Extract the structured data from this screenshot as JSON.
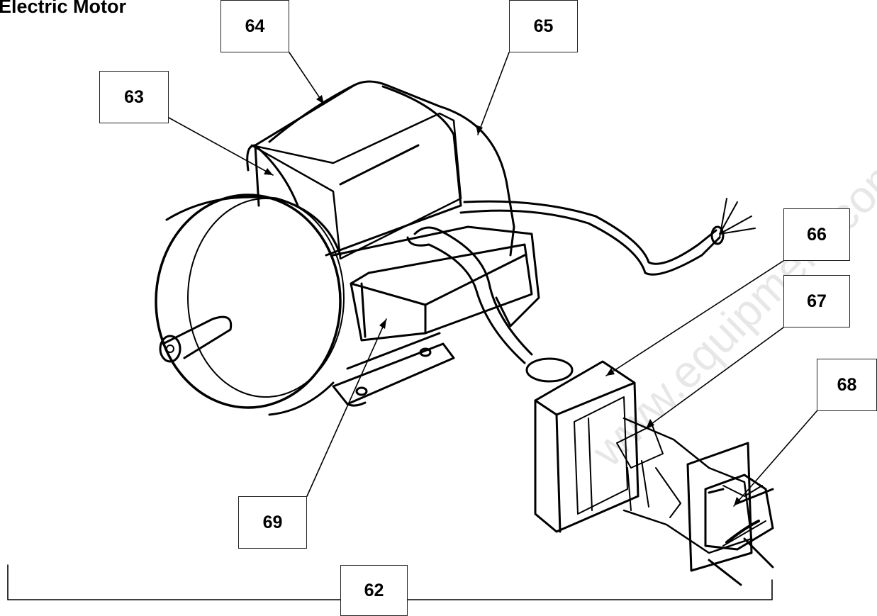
{
  "title": "Electric Motor",
  "callouts": {
    "c62": "62",
    "c63": "63",
    "c64": "64",
    "c65": "65",
    "c66": "66",
    "c67": "67",
    "c68": "68",
    "c69": "69"
  },
  "watermark": "www.equipment.com to order your parts"
}
